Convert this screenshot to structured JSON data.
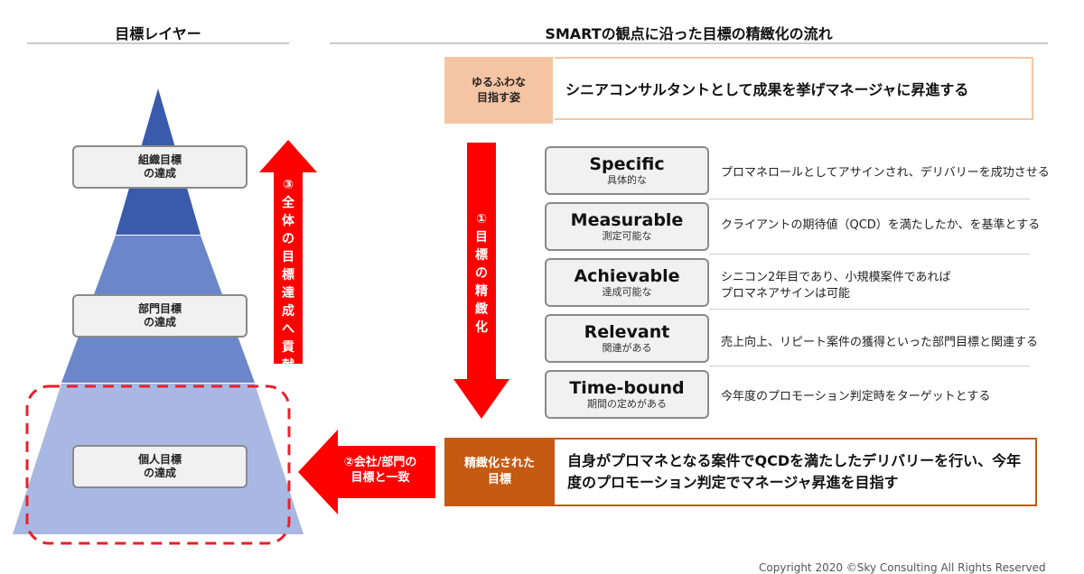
{
  "left_header": "目標レイヤー",
  "right_header": "SMARTの観点に沿った目標の精緻化の流れ",
  "pyramid": {
    "levels": [
      {
        "label": "組織目標\nの達成"
      },
      {
        "label": "部門目標\nの達成"
      },
      {
        "label": "個人目標\nの達成"
      }
    ],
    "colors": {
      "top": "#3a5bab",
      "middle": "#6b86c9",
      "bottom": "#a9b8e2",
      "highlight": "#e8202a"
    }
  },
  "arrow_contribution": {
    "num": "③",
    "text": "全体の目標達成へ貢献"
  },
  "arrow_refine": {
    "num": "①",
    "text": "目標の精緻化"
  },
  "arrow_align": {
    "text": "②会社/部門の\n目標と一致"
  },
  "vague": {
    "label": "ゆるふわな\n目指す姿",
    "text": "シニアコンサルタントとして成果を挙げマネージャに昇進する",
    "color": "#f5c5a3"
  },
  "smart": [
    {
      "title": "Specific",
      "sub": "具体的な",
      "desc": "プロマネロールとしてアサインされ、デリバリーを成功させる"
    },
    {
      "title": "Measurable",
      "sub": "測定可能な",
      "desc": "クライアントの期待値（QCD）を満たしたか、を基準とする"
    },
    {
      "title": "Achievable",
      "sub": "達成可能な",
      "desc": "シニコン2年目であり、小規模案件であれば\nプロマネアサインは可能"
    },
    {
      "title": "Relevant",
      "sub": "関連がある",
      "desc": "売上向上、リピート案件の獲得といった部門目標と関連する"
    },
    {
      "title": "Time-bound",
      "sub": "期間の定めがある",
      "desc": "今年度のプロモーション判定時をターゲットとする"
    }
  ],
  "refined": {
    "label": "精緻化された\n目標",
    "text": "自身がプロマネとなる案件でQCDを満たしたデリバリーを行い、今年度のプロモーション判定でマネージャ昇進を目指す",
    "color": "#c55a11"
  },
  "footer": "Copyright 2020 ©Sky Consulting All Rights Reserved"
}
